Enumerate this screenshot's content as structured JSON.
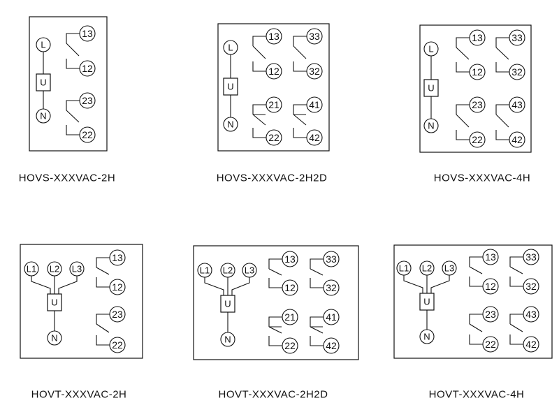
{
  "diagrams": [
    {
      "label": "HOVS-XXXVAC-2H",
      "supply": [
        "L"
      ],
      "unit": "U",
      "neutral": "N",
      "contacts": [
        [
          "13",
          "12"
        ],
        [
          "23",
          "22"
        ]
      ]
    },
    {
      "label": "HOVS-XXXVAC-2H2D",
      "supply": [
        "L"
      ],
      "unit": "U",
      "neutral": "N",
      "contacts": [
        [
          "13",
          "12"
        ],
        [
          "33",
          "32"
        ],
        [
          "21",
          "22"
        ],
        [
          "41",
          "42"
        ]
      ]
    },
    {
      "label": "HOVS-XXXVAC-4H",
      "supply": [
        "L"
      ],
      "unit": "U",
      "neutral": "N",
      "contacts": [
        [
          "13",
          "12"
        ],
        [
          "33",
          "32"
        ],
        [
          "23",
          "22"
        ],
        [
          "43",
          "42"
        ]
      ]
    },
    {
      "label": "HOVT-XXXVAC-2H",
      "supply": [
        "L1",
        "L2",
        "L3"
      ],
      "unit": "U",
      "neutral": "N",
      "contacts": [
        [
          "13",
          "12"
        ],
        [
          "23",
          "22"
        ]
      ]
    },
    {
      "label": "HOVT-XXXVAC-2H2D",
      "supply": [
        "L1",
        "L2",
        "L3"
      ],
      "unit": "U",
      "neutral": "N",
      "contacts": [
        [
          "13",
          "12"
        ],
        [
          "33",
          "32"
        ],
        [
          "21",
          "22"
        ],
        [
          "41",
          "42"
        ]
      ]
    },
    {
      "label": "HOVT-XXXVAC-4H",
      "supply": [
        "L1",
        "L2",
        "L3"
      ],
      "unit": "U",
      "neutral": "N",
      "contacts": [
        [
          "13",
          "12"
        ],
        [
          "33",
          "32"
        ],
        [
          "23",
          "22"
        ],
        [
          "43",
          "42"
        ]
      ]
    }
  ]
}
